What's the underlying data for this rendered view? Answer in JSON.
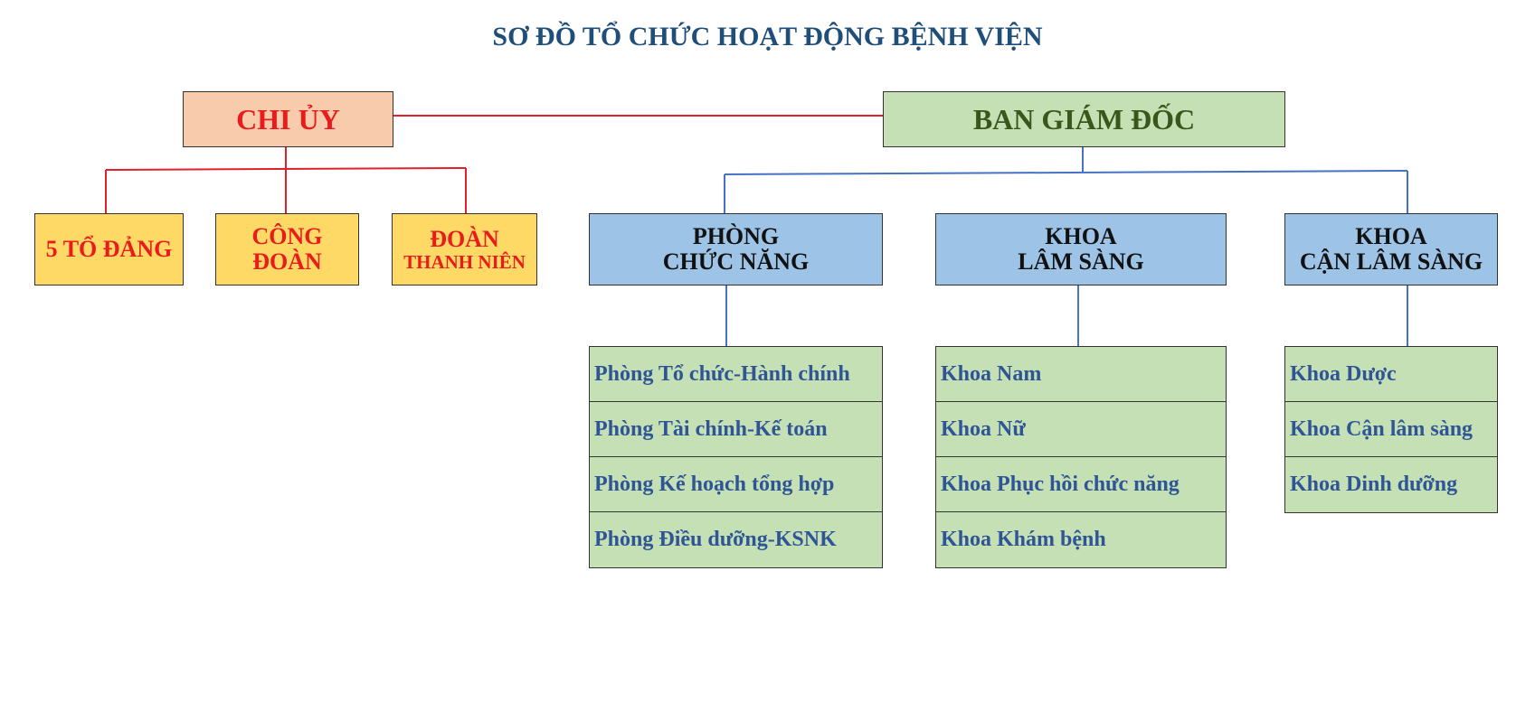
{
  "title": "SƠ ĐỒ TỔ CHỨC HOẠT ĐỘNG BỆNH VIỆN",
  "colors": {
    "title": "#1f4e79",
    "party_line": "#e0202a",
    "management_line": "#4472c4",
    "chi_uy_fill": "#f8cbad",
    "board_fill": "#c5e0b4",
    "party_org_fill": "#ffd966",
    "division_fill": "#9dc3e6",
    "unit_fill": "#c5e0b4",
    "unit_text": "#2f5597"
  },
  "chi_uy": {
    "label": "CHI ỦY"
  },
  "ban_giam_doc": {
    "label": "BAN GIÁM ĐỐC"
  },
  "party_orgs": [
    {
      "line1": "5 TỔ ĐẢNG"
    },
    {
      "line1": "CÔNG",
      "line2": "ĐOÀN"
    },
    {
      "line1": "ĐOÀN",
      "line2": "THANH NIÊN"
    }
  ],
  "divisions": [
    {
      "line1": "PHÒNG",
      "line2": "CHỨC NĂNG",
      "units": [
        "Phòng Tổ chức-Hành chính",
        "Phòng Tài chính-Kế toán",
        "Phòng Kế hoạch tổng hợp",
        "Phòng Điều dưỡng-KSNK"
      ]
    },
    {
      "line1": "KHOA",
      "line2": "LÂM SÀNG",
      "units": [
        "Khoa Nam",
        "Khoa Nữ",
        "Khoa Phục hồi chức năng",
        "Khoa Khám bệnh"
      ]
    },
    {
      "line1": "KHOA",
      "line2": "CẬN LÂM SÀNG",
      "units": [
        "Khoa Dược",
        "Khoa Cận lâm sàng",
        "Khoa Dinh dưỡng"
      ]
    }
  ]
}
